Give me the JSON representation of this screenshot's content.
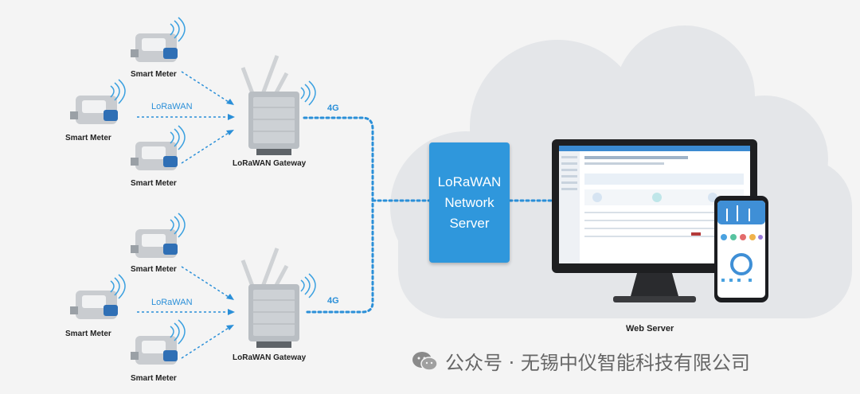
{
  "meters": {
    "label": "Smart Meter"
  },
  "links": {
    "lorawan": "LoRaWAN",
    "cellular": "4G"
  },
  "gateways": {
    "label": "LoRaWAN Gateway"
  },
  "network_server": {
    "line1": "LoRaWAN",
    "line2": "Network",
    "line3": "Server"
  },
  "web_server": {
    "label": "Web Server"
  },
  "watermark": {
    "text": "公众号 · 无锡中仪智能科技有限公司"
  },
  "colors": {
    "accent": "#2f97dc",
    "line": "#2a8fd8",
    "cloud": "#e3e5e8"
  }
}
